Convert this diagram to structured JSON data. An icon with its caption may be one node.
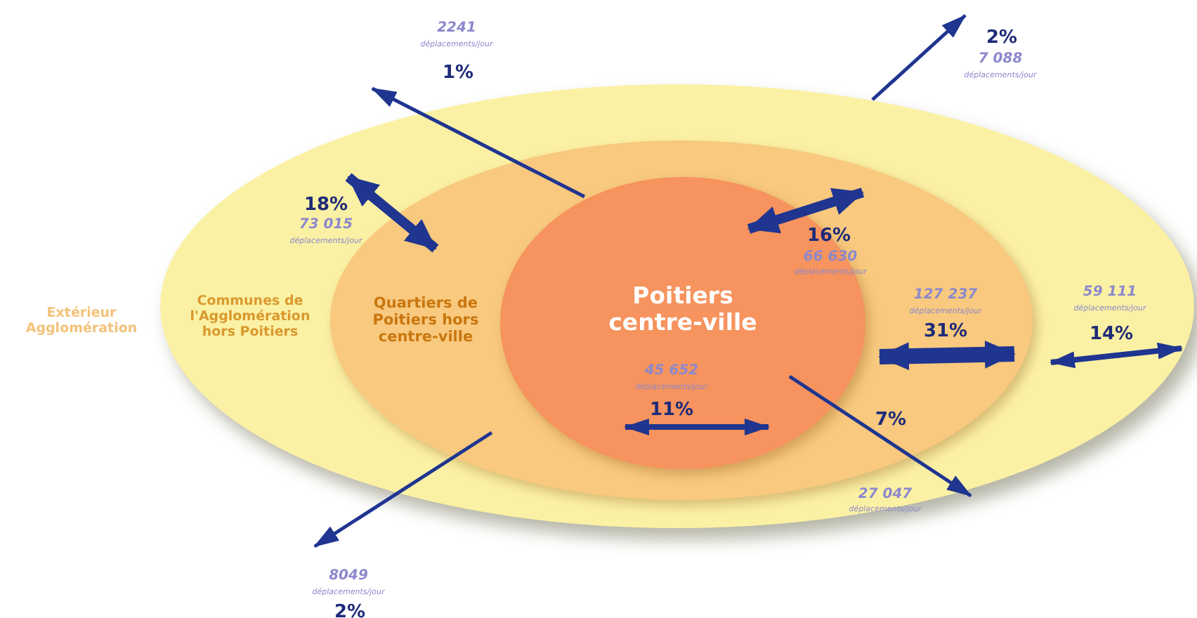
{
  "diagram": {
    "nodes": [
      {
        "text": [
          "Communes de l'Agglomération hors Poitiers"
        ]
      },
      {
        "text": [
          "Quartiers de Poitiers hors centre-ville"
        ],
        "in": 0
      },
      {
        "text": [
          "Poitiers centre-ville"
        ],
        "in": 1
      }
    ],
    "edges": [
      {
        "from": 2,
        "to": null,
        "arrow": "to"
      },
      {
        "from": 0,
        "to": null,
        "arrow": "to"
      },
      {
        "from": 0,
        "to": 1,
        "arrow": "both",
        "style": "thick"
      },
      {
        "from": 2,
        "to": 1,
        "arrow": "both",
        "style": "thick"
      },
      {
        "from": 2,
        "to": 0,
        "arrow": "to"
      },
      {
        "from": 1,
        "to": null,
        "arrow": "to"
      },
      {
        "from": 2,
        "to": 1,
        "arrow": "both",
        "style": "thick"
      },
      {
        "from": 1,
        "to": 0,
        "arrow": "both"
      }
    ],
    "labels": [
      "2241",
      "déplacements/jour",
      "1%",
      "2%",
      "7 088",
      "déplacements/jour",
      "18%",
      "73 015",
      "déplacements/jour",
      "16%",
      "66 630",
      "déplacements/jour",
      "Extérieur Agglomération",
      "127 237",
      "déplacements/jour",
      "31%",
      "59 111",
      "déplacements/jour",
      "14%",
      "45 652",
      "déplacements/jour",
      "11%",
      "7%",
      "27 047",
      "déplacements/jour",
      "8049",
      "déplacements/jour",
      "2%"
    ]
  }
}
